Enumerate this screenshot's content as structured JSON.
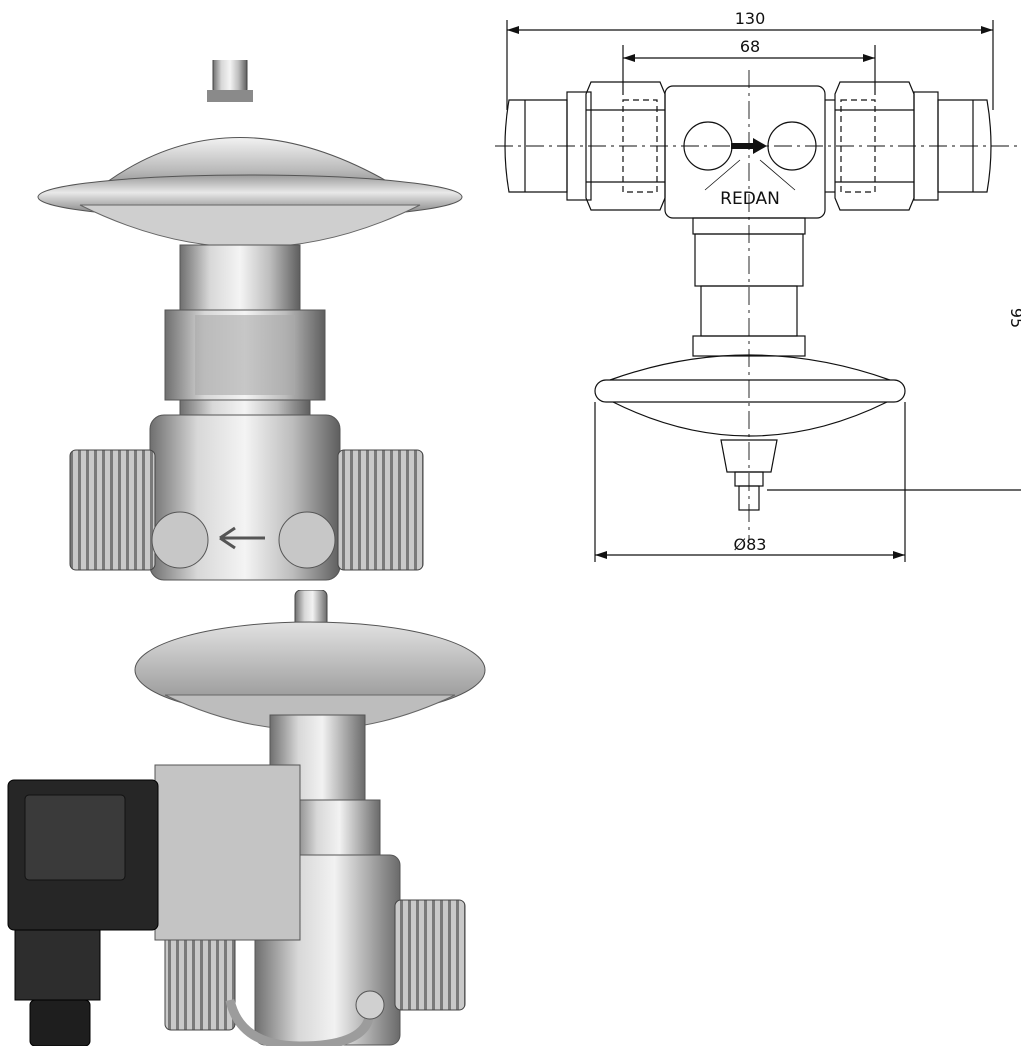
{
  "drawing": {
    "dim_overall_width": "130",
    "dim_inner_width": "68",
    "dim_height": "95",
    "dim_diaphragm_diameter": "Ø83",
    "body_marking": "REDAN"
  },
  "colors": {
    "metal_light": "#e6e6e6",
    "metal_mid": "#b9b9b9",
    "metal_dark": "#6f6f6f",
    "coil_black": "#262626",
    "line": "#111111"
  },
  "icons": [
    "flow-direction-arrow-icon"
  ]
}
